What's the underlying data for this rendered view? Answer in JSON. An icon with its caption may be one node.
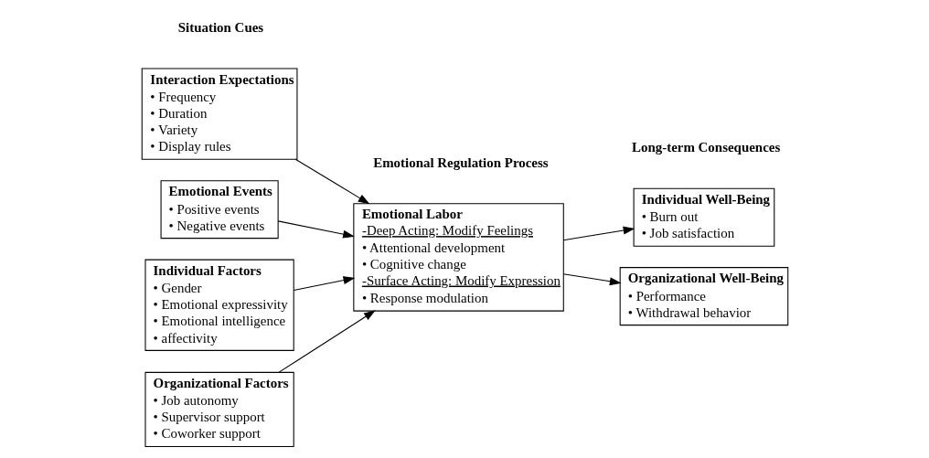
{
  "diagram": {
    "nodes": [
      {
        "text": [
          "Interaction Expectations",
          "• Frequency",
          "• Duration",
          "• Variety",
          "• Display rules"
        ]
      },
      {
        "text": [
          "Emotional Events",
          "• Positive events",
          "• Negative events"
        ]
      },
      {
        "text": [
          "Emotional Labor",
          "-Deep Acting: Modify Feelings",
          "• Attentional development",
          "• Cognitive change",
          "-Surface Acting: Modify Expression",
          "• Response modulation"
        ]
      },
      {
        "text": [
          "Individual Well-Being",
          "• Burn out",
          "• Job satisfaction"
        ]
      },
      {
        "text": [
          "Organizational Well-Being",
          "• Performance",
          "• Withdrawal behavior"
        ]
      },
      {
        "text": [
          "Individual Factors",
          "• Gender",
          "• Emotional expressivity",
          "• Emotional intelligence",
          "• affectivity"
        ]
      },
      {
        "text": [
          "Organizational Factors",
          "• Job autonomy",
          "• Supervisor support",
          "• Coworker support"
        ]
      }
    ],
    "edges": [
      {
        "from": 0,
        "to": 2,
        "arrow": "to"
      },
      {
        "from": 1,
        "to": 2,
        "arrow": "to"
      },
      {
        "from": 2,
        "to": 3,
        "arrow": "to"
      },
      {
        "from": 2,
        "to": 4,
        "arrow": "to"
      },
      {
        "from": 5,
        "to": 2,
        "arrow": "to"
      },
      {
        "from": 6,
        "to": 2,
        "arrow": "to"
      }
    ],
    "labels": [
      "Situation Cues",
      "Emotional Regulation Process",
      "Long-term Consequences"
    ]
  }
}
